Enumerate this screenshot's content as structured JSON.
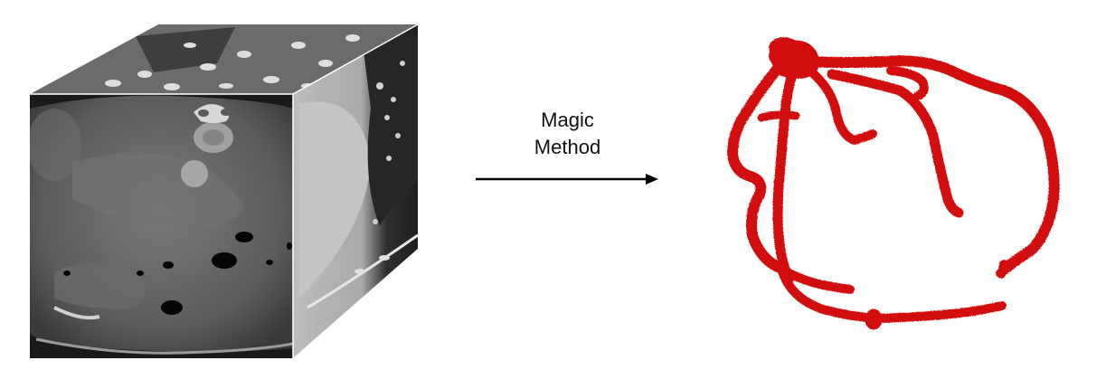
{
  "arrow": {
    "label_line1": "Magic",
    "label_line2": "Method"
  },
  "colors": {
    "background": "#ffffff",
    "vessel": "#d11111",
    "arrow": "#000000"
  },
  "icons": {
    "input": "ct-scan-volume-cube",
    "output": "coronary-artery-3d-render"
  }
}
